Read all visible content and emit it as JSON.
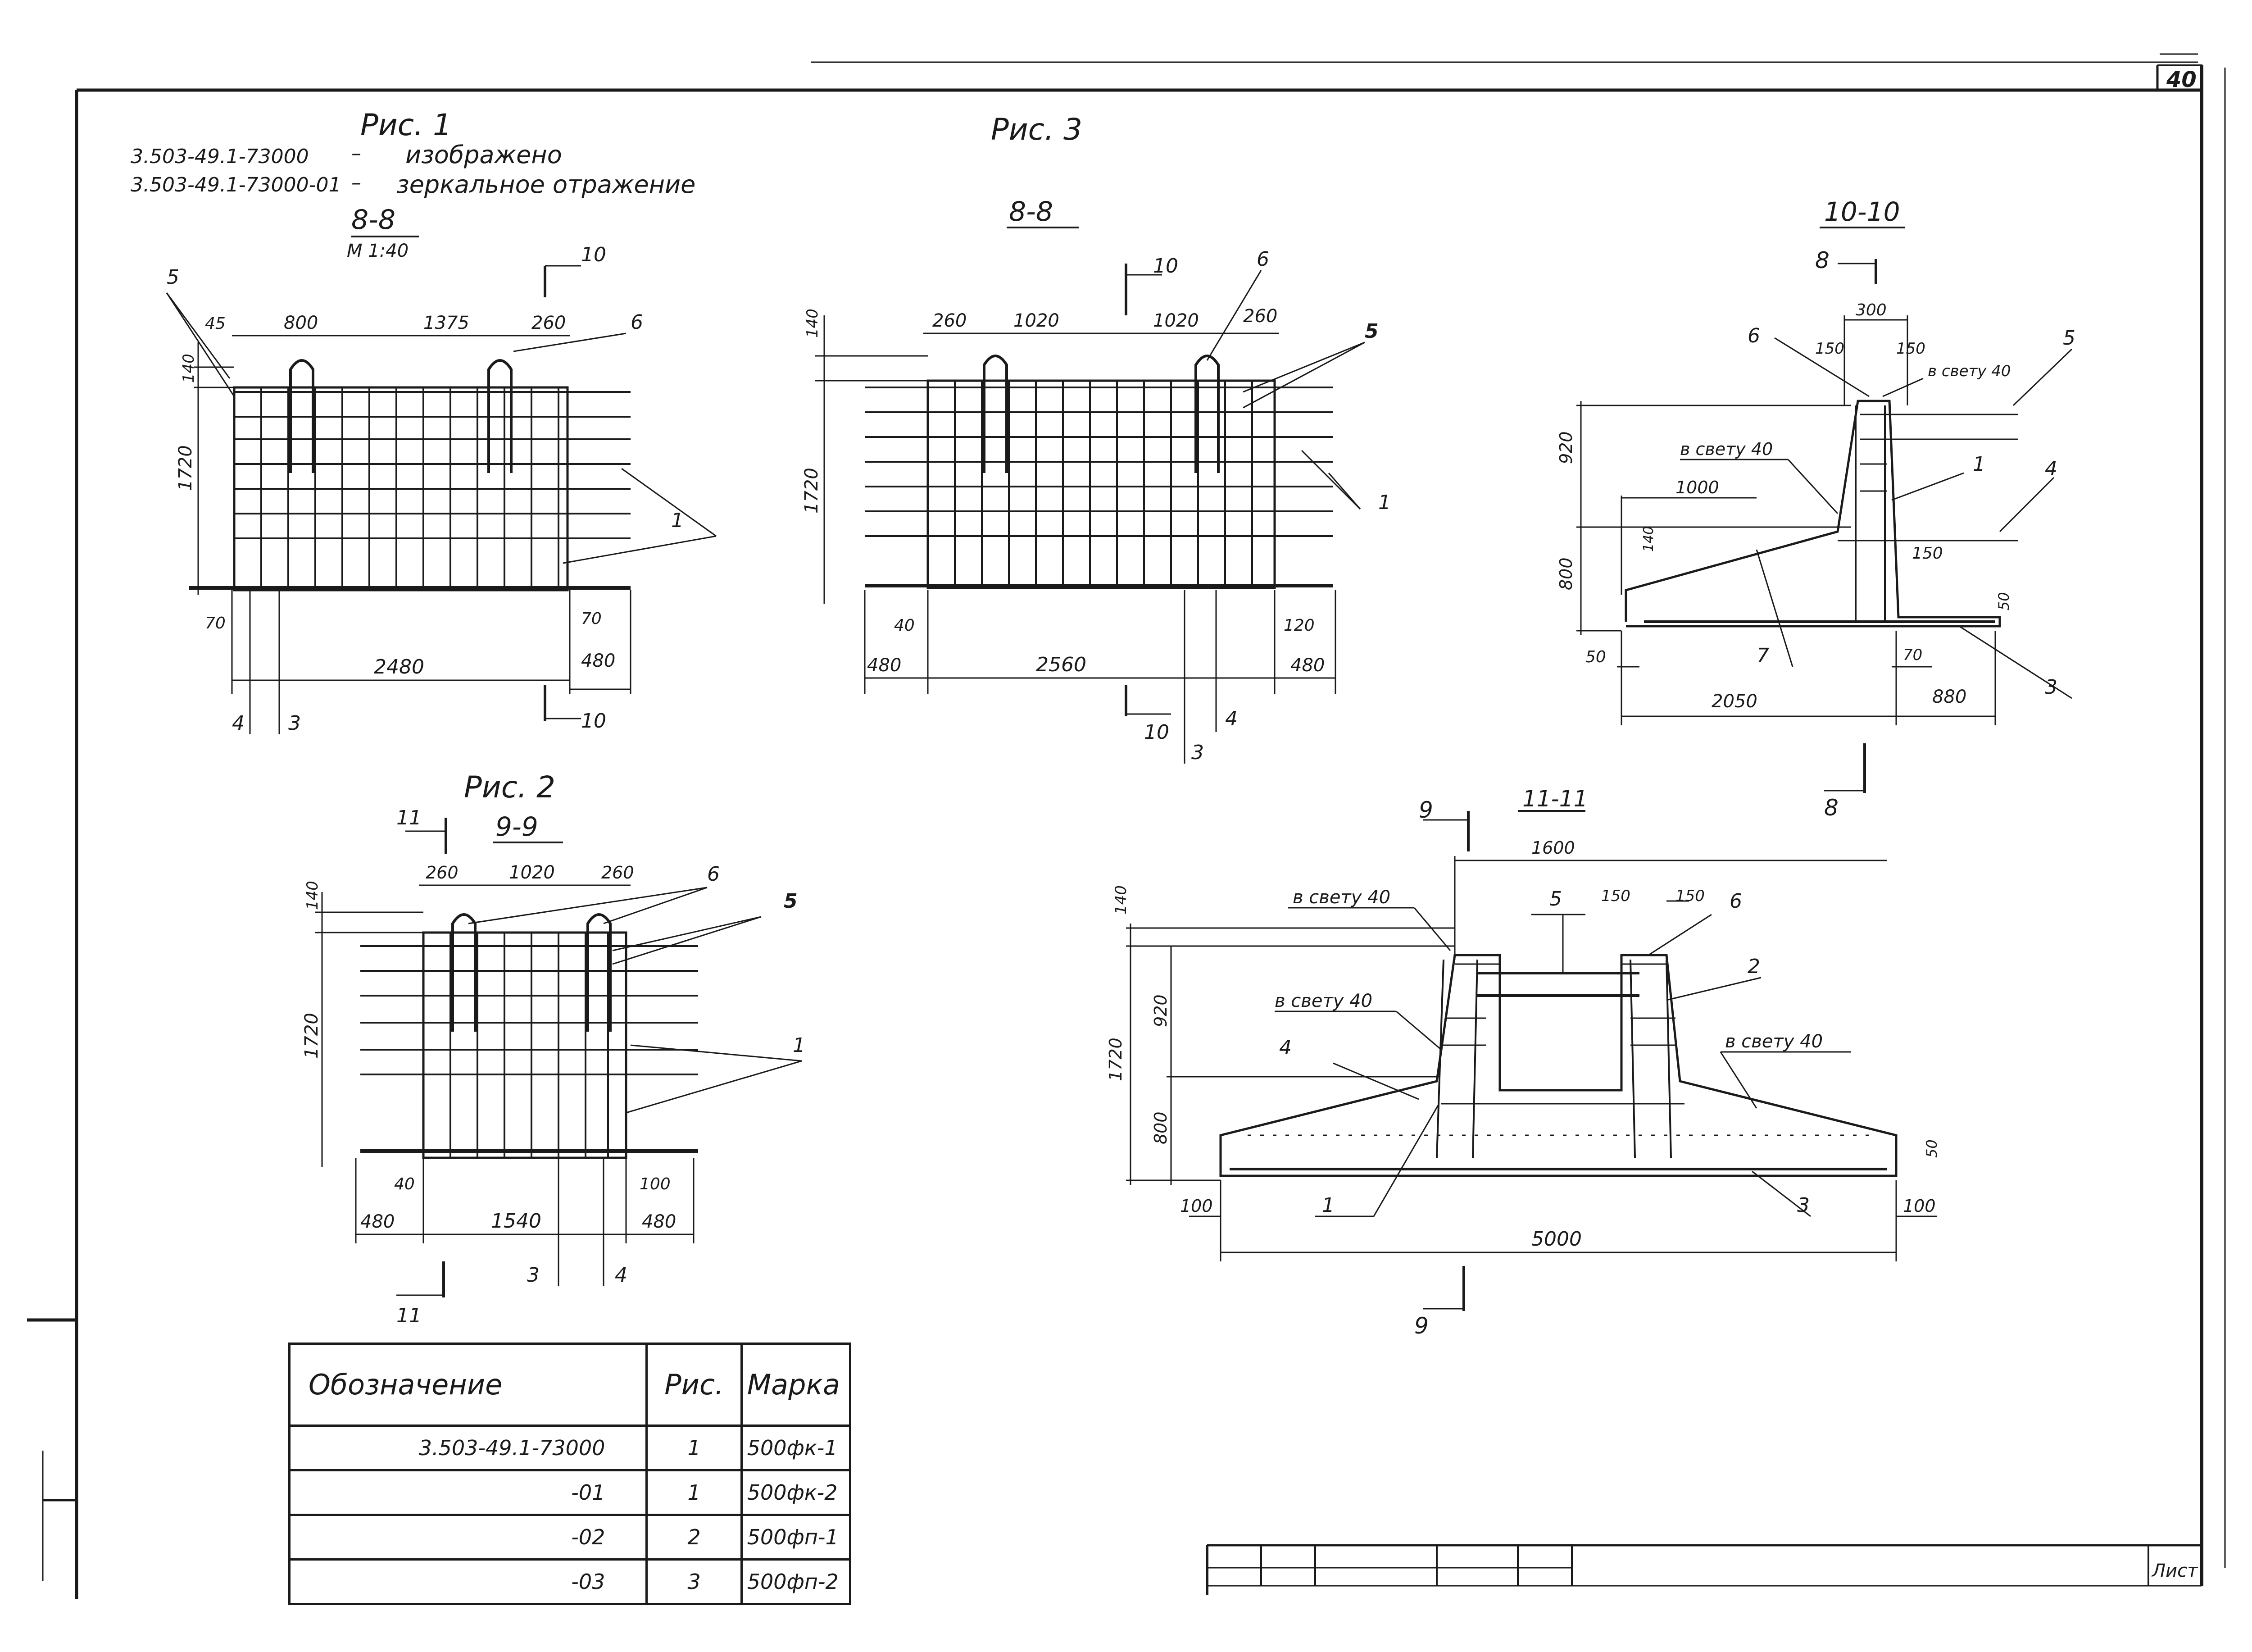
{
  "sheet": {
    "number": "40",
    "list_label": "Лист"
  },
  "header": {
    "fig1_title": "Рис. 1",
    "fig1_line1_code": "3.503-49.1-73000",
    "fig1_line1_sep": "–",
    "fig1_line1_text": "изображено",
    "fig1_line2_code": "3.503-49.1-73000-01",
    "fig1_line2_sep": "–",
    "fig1_line2_text": "зеркальное отражение",
    "fig2_title": "Рис. 2",
    "fig3_title": "Рис. 3"
  },
  "views": {
    "fig1_section": {
      "title": "8-8",
      "scale": "М 1:40",
      "dims": [
        "45",
        "800",
        "1375",
        "260",
        "140",
        "1720",
        "70",
        "70",
        "2480",
        "480"
      ],
      "callouts": [
        "5",
        "6",
        "1",
        "4",
        "3",
        "10",
        "10"
      ]
    },
    "fig3_section": {
      "title": "8-8",
      "dims": [
        "260",
        "1020",
        "1020",
        "260",
        "140",
        "1720",
        "40",
        "480",
        "2560",
        "120",
        "480"
      ],
      "callouts": [
        "6",
        "5",
        "1",
        "4",
        "3",
        "10",
        "10"
      ]
    },
    "fig3_side": {
      "title": "10-10",
      "dims": [
        "300",
        "150",
        "150",
        "920",
        "1000",
        "140",
        "800",
        "150",
        "50",
        "50",
        "70",
        "2050",
        "880"
      ],
      "notes": [
        "в свету 40",
        "в свету 40"
      ],
      "callouts": [
        "8",
        "6",
        "5",
        "1",
        "4",
        "7",
        "3",
        "8"
      ]
    },
    "fig2_section": {
      "title": "9-9",
      "dims": [
        "260",
        "1020",
        "260",
        "140",
        "1720",
        "40",
        "100",
        "480",
        "1540",
        "480"
      ],
      "callouts": [
        "11",
        "6",
        "5",
        "1",
        "3",
        "4",
        "11"
      ]
    },
    "fig2_side": {
      "title": "11-11",
      "dims": [
        "1600",
        "150",
        "150",
        "140",
        "920",
        "1720",
        "800",
        "50",
        "100",
        "100",
        "5000"
      ],
      "notes": [
        "в свету 40",
        "в свету 40",
        "в свету 40"
      ],
      "callouts": [
        "9",
        "5",
        "6",
        "2",
        "4",
        "1",
        "3",
        "9"
      ]
    }
  },
  "spec_table": {
    "headers": [
      "Обозначение",
      "Рис.",
      "Марка"
    ],
    "rows": [
      {
        "designation": "3.503-49.1-73000",
        "fig": "1",
        "mark": "500фк-1"
      },
      {
        "designation": "-01",
        "fig": "1",
        "mark": "500фк-2"
      },
      {
        "designation": "-02",
        "fig": "2",
        "mark": "500фп-1"
      },
      {
        "designation": "-03",
        "fig": "3",
        "mark": "500фп-2"
      }
    ]
  }
}
